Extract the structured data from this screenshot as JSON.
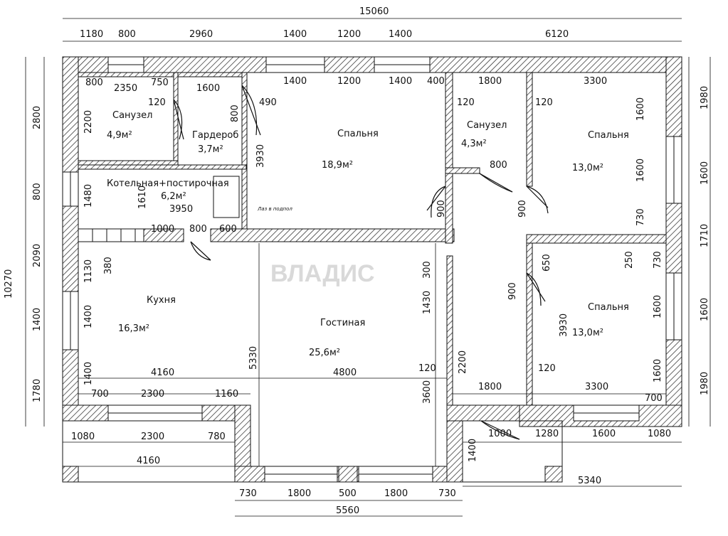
{
  "watermark": "ВЛАДИС",
  "dimensions": {
    "overall_width": "15060",
    "overall_height": "10270",
    "top": [
      "1180",
      "800",
      "2960",
      "1400",
      "1200",
      "1400",
      "6120"
    ],
    "inner_top_left": [
      "800",
      "2350",
      "750",
      "1600"
    ],
    "inner_top_mid": [
      "1400",
      "1200",
      "1400",
      "400"
    ],
    "inner_top_right": [
      "1800",
      "3300"
    ],
    "left_outer": [
      "2800",
      "800",
      "2090",
      "1400",
      "1780"
    ],
    "left_inner": [
      "2200",
      "1480",
      "1130",
      "1400",
      "1400"
    ],
    "right_outer": [
      "1980",
      "1600",
      "1710",
      "1600",
      "1980"
    ],
    "right_inner": [
      "1600",
      "1600",
      "730",
      "730",
      "1600",
      "1600"
    ],
    "bottom_left": [
      "1080",
      "2300",
      "780"
    ],
    "bottom_left_total": "4160",
    "bottom_mid": [
      "730",
      "1800",
      "500",
      "1800",
      "730"
    ],
    "bottom_mid_total": "5560",
    "bottom_right": [
      "1000",
      "1280",
      "1600",
      "1080"
    ],
    "bottom_right_total": "5340",
    "interior": {
      "d120a": "120",
      "d120b": "120",
      "d120c": "120",
      "d120d": "120",
      "d120e": "120",
      "d490": "490",
      "d800a": "800",
      "d3930a": "3930",
      "d1610": "1610",
      "d3950": "3950",
      "d1000": "1000",
      "d800b": "800",
      "d600": "600",
      "d380": "380",
      "d900a": "900",
      "d900b": "900",
      "d800c": "800",
      "d300": "300",
      "d1430": "1430",
      "d900c": "900",
      "d650": "650",
      "d250": "250",
      "d3930b": "3930",
      "d4160": "4160",
      "d4800": "4800",
      "d5330": "5330",
      "d3600": "3600",
      "d2200": "2200",
      "d1800": "1800",
      "d3300": "3300",
      "d700a": "700",
      "d2300": "2300",
      "d1160": "1160",
      "d700b": "700",
      "d1400k": "1400"
    }
  },
  "rooms": {
    "bath1": {
      "name": "Санузел",
      "area": "4,9м²"
    },
    "wardrobe": {
      "name": "Гардероб",
      "area": "3,7м²"
    },
    "bedroom1": {
      "name": "Спальня",
      "area": "18,9м²"
    },
    "bath2": {
      "name": "Санузел",
      "area": "4,3м²"
    },
    "bedroom2": {
      "name": "Спальня",
      "area": "13,0м²"
    },
    "boiler": {
      "name": "Котельная+постирочная",
      "area": "6,2м²"
    },
    "kitchen": {
      "name": "Кухня",
      "area": "16,3м²"
    },
    "living": {
      "name": "Гостиная",
      "area": "25,6м²"
    },
    "bedroom3": {
      "name": "Спальня",
      "area": "13,0м²"
    }
  },
  "notes": {
    "hatch": "Лаз в подпол"
  }
}
